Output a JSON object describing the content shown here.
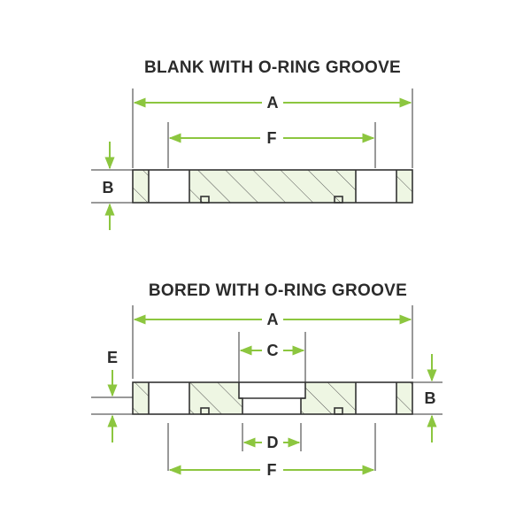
{
  "diagrams": {
    "blank": {
      "title": "BLANK WITH O-RING GROOVE",
      "labels": {
        "a": "A",
        "f": "F",
        "b": "B"
      }
    },
    "bored": {
      "title": "BORED WITH O-RING GROOVE",
      "labels": {
        "a": "A",
        "c": "C",
        "e": "E",
        "b": "B",
        "d": "D",
        "f": "F"
      }
    }
  },
  "colors": {
    "dimension_arrow": "#8cc63f",
    "outline": "#333333",
    "hatch_fill": "#eef6e3"
  }
}
